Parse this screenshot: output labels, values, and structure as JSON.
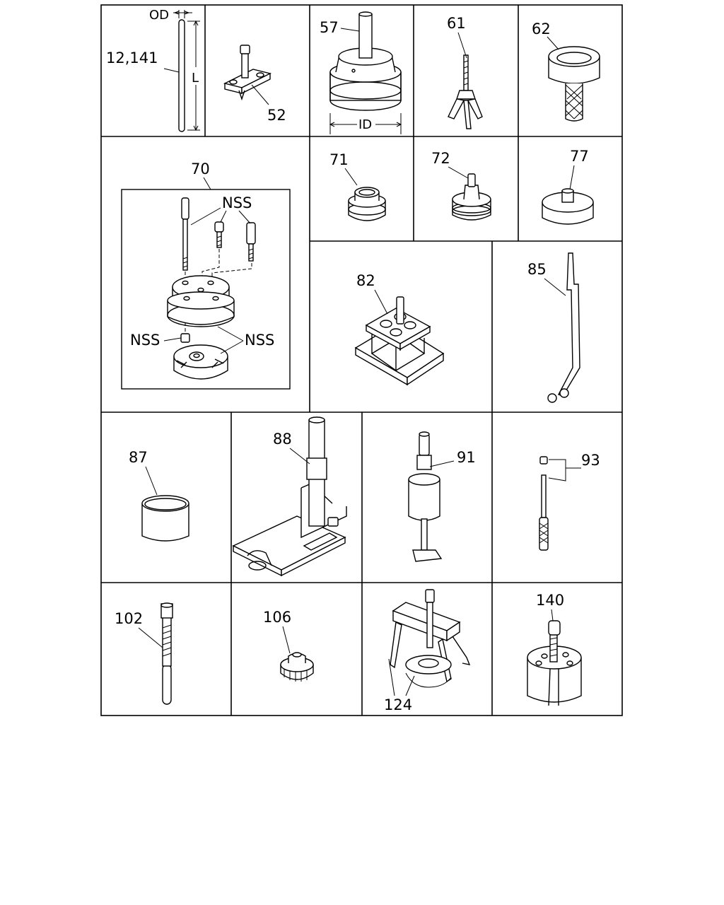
{
  "cells": [
    {
      "id": "c1",
      "labels": [
        "OD",
        "12,141",
        "L"
      ]
    },
    {
      "id": "c2",
      "labels": [
        "52"
      ]
    },
    {
      "id": "c3",
      "labels": [
        "57",
        "ID"
      ]
    },
    {
      "id": "c4",
      "labels": [
        "61"
      ]
    },
    {
      "id": "c5",
      "labels": [
        "62"
      ]
    },
    {
      "id": "c6",
      "labels": [
        "70",
        "NSS",
        "NSS",
        "NSS"
      ]
    },
    {
      "id": "c7",
      "labels": [
        "71"
      ]
    },
    {
      "id": "c8",
      "labels": [
        "72"
      ]
    },
    {
      "id": "c9",
      "labels": [
        "77"
      ]
    },
    {
      "id": "c10",
      "labels": [
        "82"
      ]
    },
    {
      "id": "c11",
      "labels": [
        "85"
      ]
    },
    {
      "id": "c12",
      "labels": [
        "87"
      ]
    },
    {
      "id": "c13",
      "labels": [
        "88"
      ]
    },
    {
      "id": "c14",
      "labels": [
        "91"
      ]
    },
    {
      "id": "c15",
      "labels": [
        "93"
      ]
    },
    {
      "id": "c16",
      "labels": [
        "102"
      ]
    },
    {
      "id": "c17",
      "labels": [
        "106"
      ]
    },
    {
      "id": "c18",
      "labels": [
        "124"
      ]
    },
    {
      "id": "c19",
      "labels": [
        "140"
      ]
    }
  ]
}
